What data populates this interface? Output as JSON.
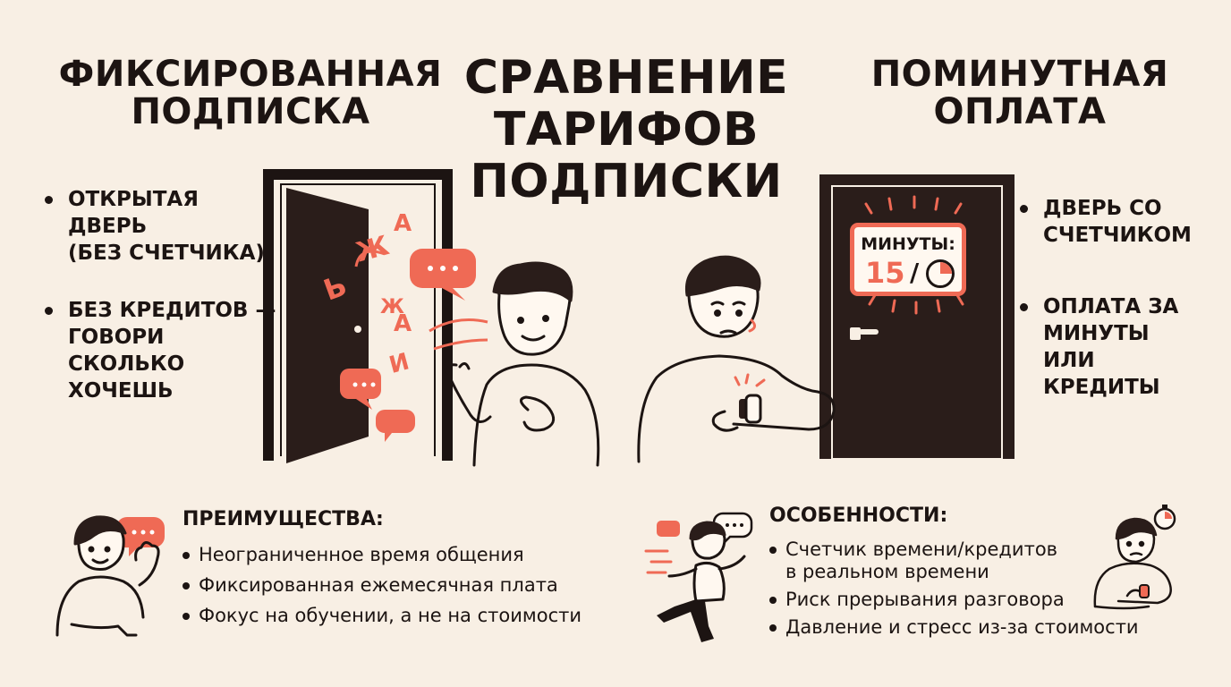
{
  "title": "СРАВНЕНИЕ\nТАРИФОВ\nПОДПИСКИ",
  "left": {
    "heading": "ФИКСИРОВАННАЯ\nПОДПИСКА",
    "bullets": [
      "ОТКРЫТАЯ\nДВЕРЬ\n(БЕЗ СЧЕТЧИКА)",
      "БЕЗ КРЕДИТОВ —\nГОВОРИ\nСКОЛЬКО\nХОЧЕШЬ"
    ],
    "flying_letters": [
      "А",
      "Ж",
      "Ь",
      "А",
      "Ж",
      "И"
    ]
  },
  "right": {
    "heading": "ПОМИНУТНАЯ\nОПЛАТА",
    "bullets": [
      "ДВЕРЬ СО\nСЧЕТЧИКОМ",
      "ОПЛАТА ЗА\nМИНУТЫ\nИЛИ\nКРЕДИТЫ"
    ],
    "timer": {
      "label": "МИНУТЫ:",
      "value": "15",
      "separator": "/"
    }
  },
  "advantages": {
    "title": "ПРЕИМУЩЕСТВА:",
    "items": [
      "Неограниченное время общения",
      "Фиксированная ежемесячная плата",
      "Фокус на обучении, а не на стоимости"
    ]
  },
  "features": {
    "title": "ОСОБЕННОСТИ:",
    "items": [
      "Счетчик времени/кредитов\nв реальном времени",
      "Риск прерывания разговора",
      "Давление и стресс из-за стоимости"
    ]
  },
  "colors": {
    "background": "#f8efe4",
    "ink": "#1c1412",
    "accent": "#ef6a55",
    "door": "#2a1d1a"
  },
  "icons": [
    "speech-bubble-icon",
    "stopwatch-icon",
    "wristwatch-icon",
    "door-handle-icon"
  ]
}
